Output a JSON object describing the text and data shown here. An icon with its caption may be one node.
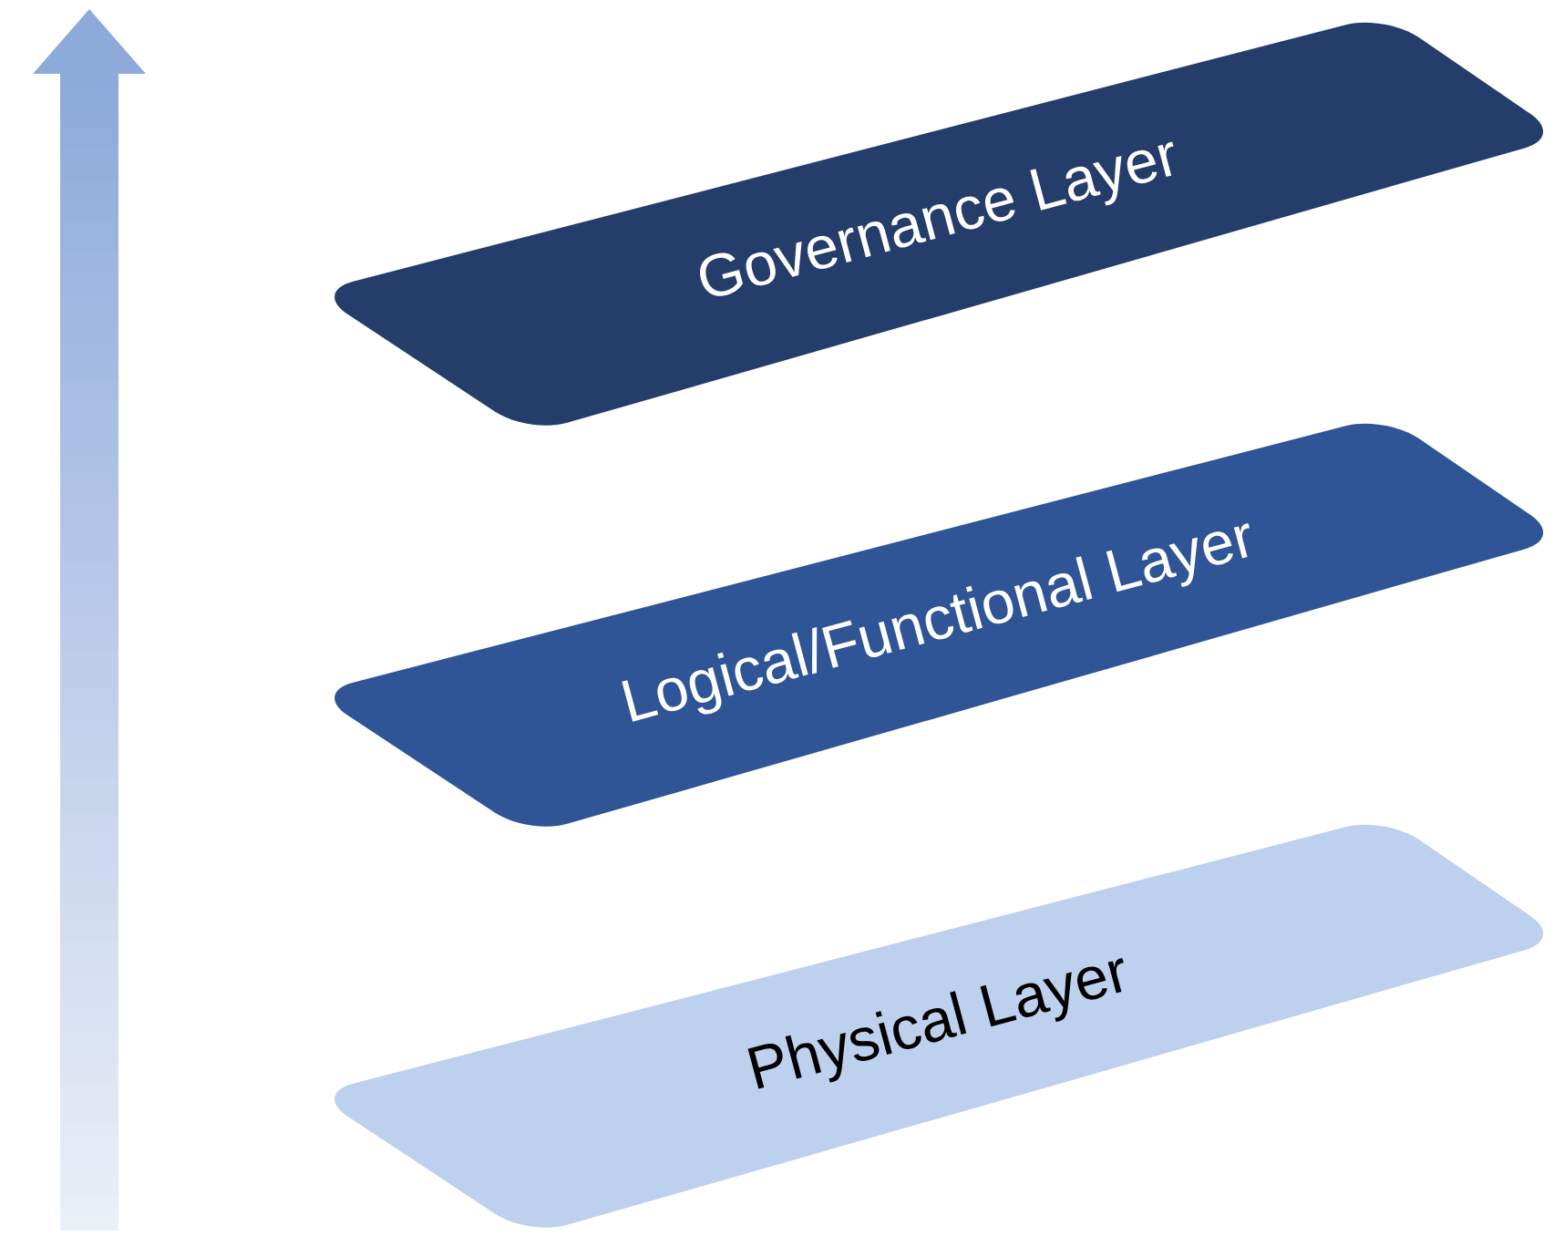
{
  "diagram": {
    "nodes": [
      {
        "text": [
          "Governance Layer"
        ]
      },
      {
        "text": [
          "Logical/Functional Layer"
        ]
      },
      {
        "text": [
          "Physical Layer"
        ]
      }
    ]
  }
}
